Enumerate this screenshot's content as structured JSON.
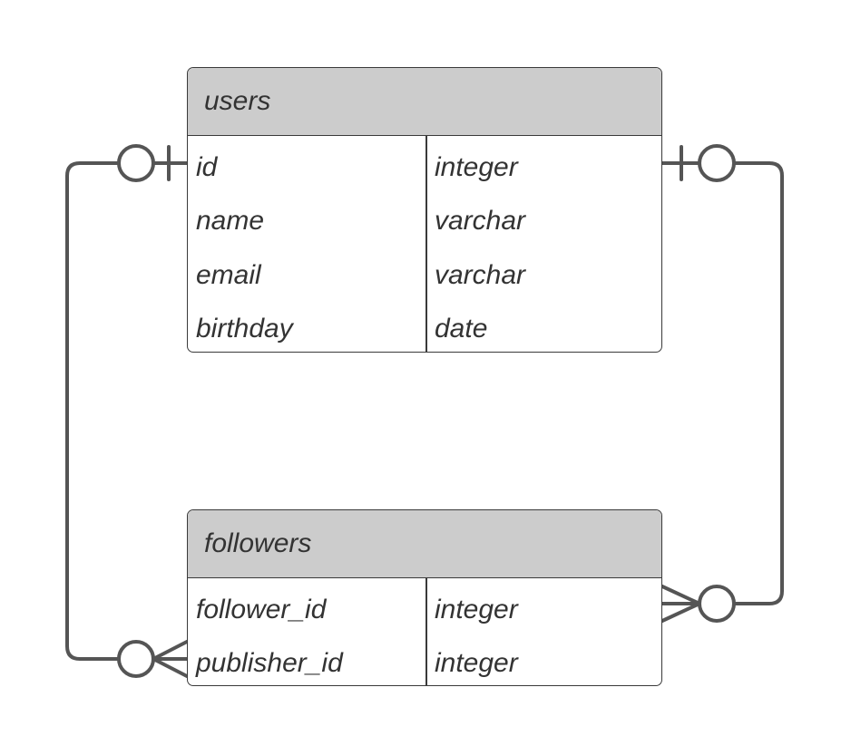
{
  "diagram": {
    "entities": [
      {
        "id": "users",
        "title": "users",
        "fields": [
          {
            "name": "id",
            "type": "integer"
          },
          {
            "name": "name",
            "type": "varchar"
          },
          {
            "name": "email",
            "type": "varchar"
          },
          {
            "name": "birthday",
            "type": "date"
          }
        ]
      },
      {
        "id": "followers",
        "title": "followers",
        "fields": [
          {
            "name": "follower_id",
            "type": "integer"
          },
          {
            "name": "publisher_id",
            "type": "integer"
          }
        ]
      }
    ],
    "relationships": [
      {
        "from": "users.id",
        "from_cardinality": "zero-or-one",
        "to": "followers.publisher_id",
        "to_cardinality": "zero-or-many"
      },
      {
        "from": "users.id",
        "from_cardinality": "zero-or-one",
        "to": "followers.follower_id",
        "to_cardinality": "zero-or-many"
      }
    ],
    "colors": {
      "header_fill": "#cccccc",
      "border": "#3a3a3a",
      "connector": "#555555",
      "text": "#333333"
    }
  }
}
